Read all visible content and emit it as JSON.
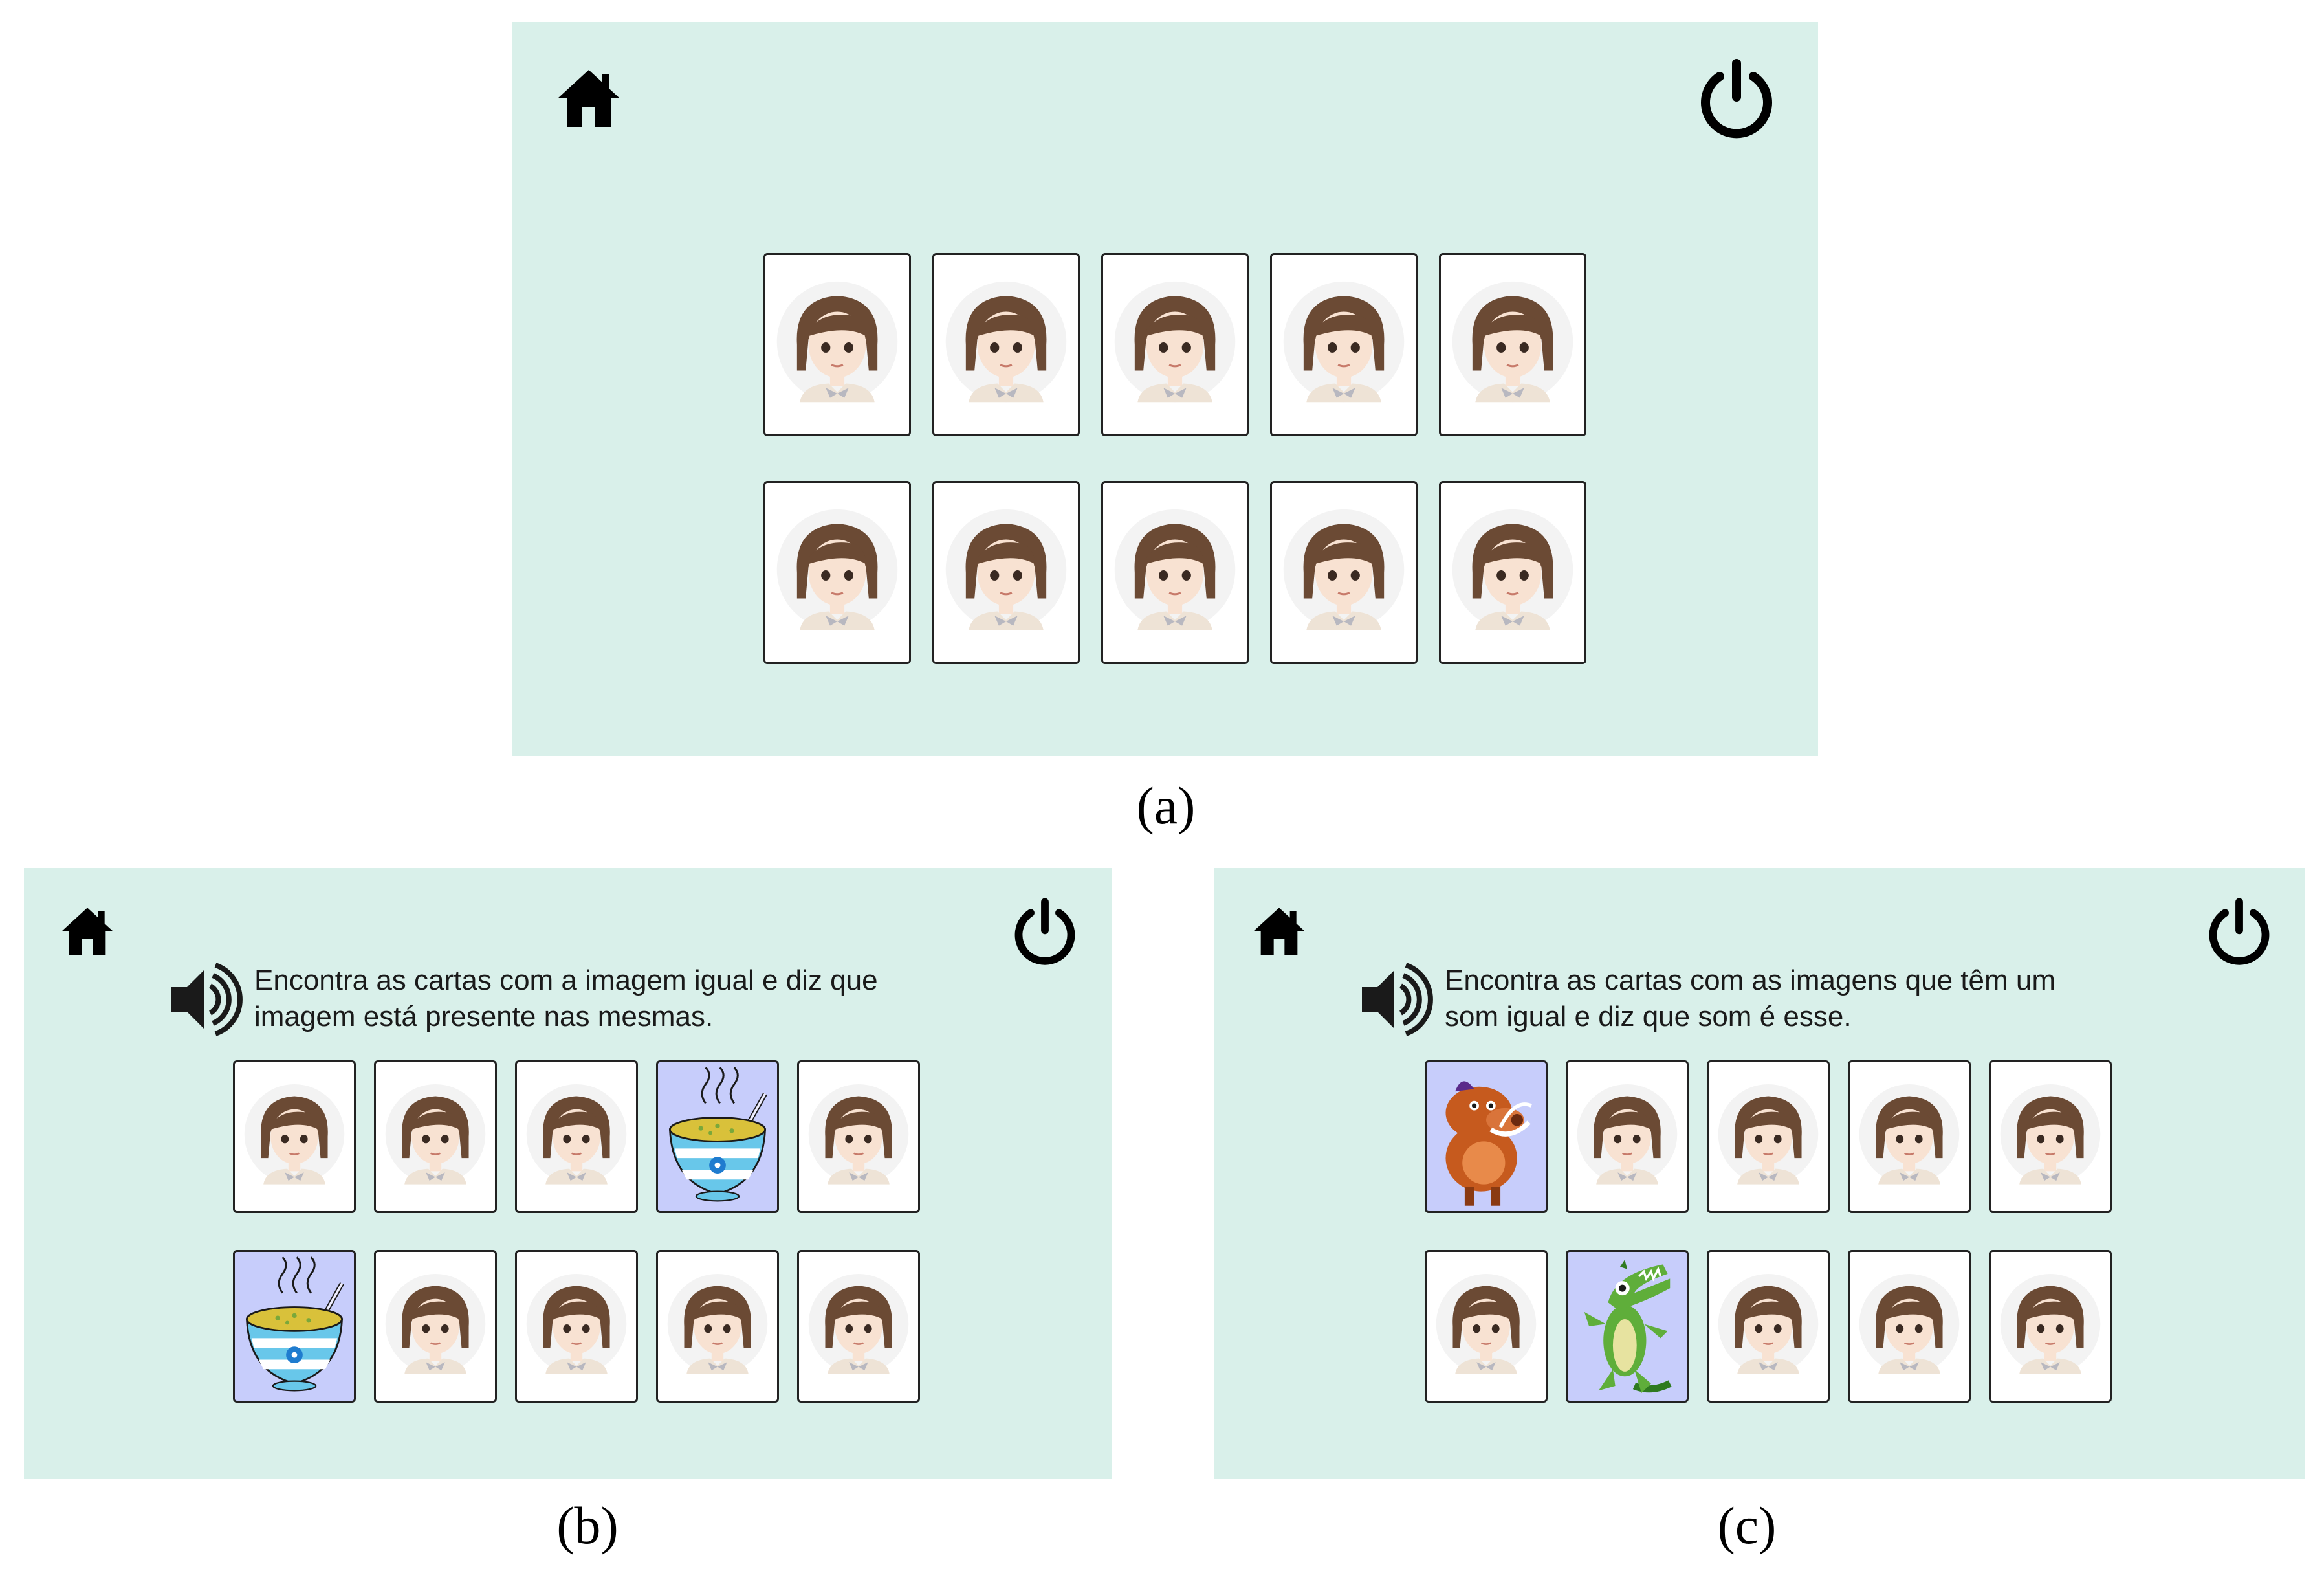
{
  "captions": {
    "a": "(a)",
    "b": "(b)",
    "c": "(c)"
  },
  "icons": {
    "home": "home-icon",
    "power": "power-icon",
    "speaker": "speaker-icon",
    "card_back": "girl-avatar-icon",
    "soup": "soup-bowl-icon",
    "warthog": "warthog-icon",
    "crocodile": "crocodile-icon"
  },
  "colors": {
    "panel_background": "#d9f0ea",
    "card_face_up": "#c7cdfb",
    "card_back": "#ffffff"
  },
  "screens": {
    "a": {
      "instruction": null,
      "rows": [
        [
          "back",
          "back",
          "back",
          "back",
          "back"
        ],
        [
          "back",
          "back",
          "back",
          "back",
          "back"
        ]
      ]
    },
    "b": {
      "instruction_line1": "Encontra as cartas com a imagem igual e diz que",
      "instruction_line2": "imagem está presente nas mesmas.",
      "rows": [
        [
          "back",
          "back",
          "back",
          "soup",
          "back"
        ],
        [
          "soup",
          "back",
          "back",
          "back",
          "back"
        ]
      ]
    },
    "c": {
      "instruction_line1": "Encontra as cartas com as imagens que têm um",
      "instruction_line2": "som igual e diz que som é esse.",
      "rows": [
        [
          "warthog",
          "back",
          "back",
          "back",
          "back"
        ],
        [
          "back",
          "crocodile",
          "back",
          "back",
          "back"
        ]
      ]
    }
  }
}
